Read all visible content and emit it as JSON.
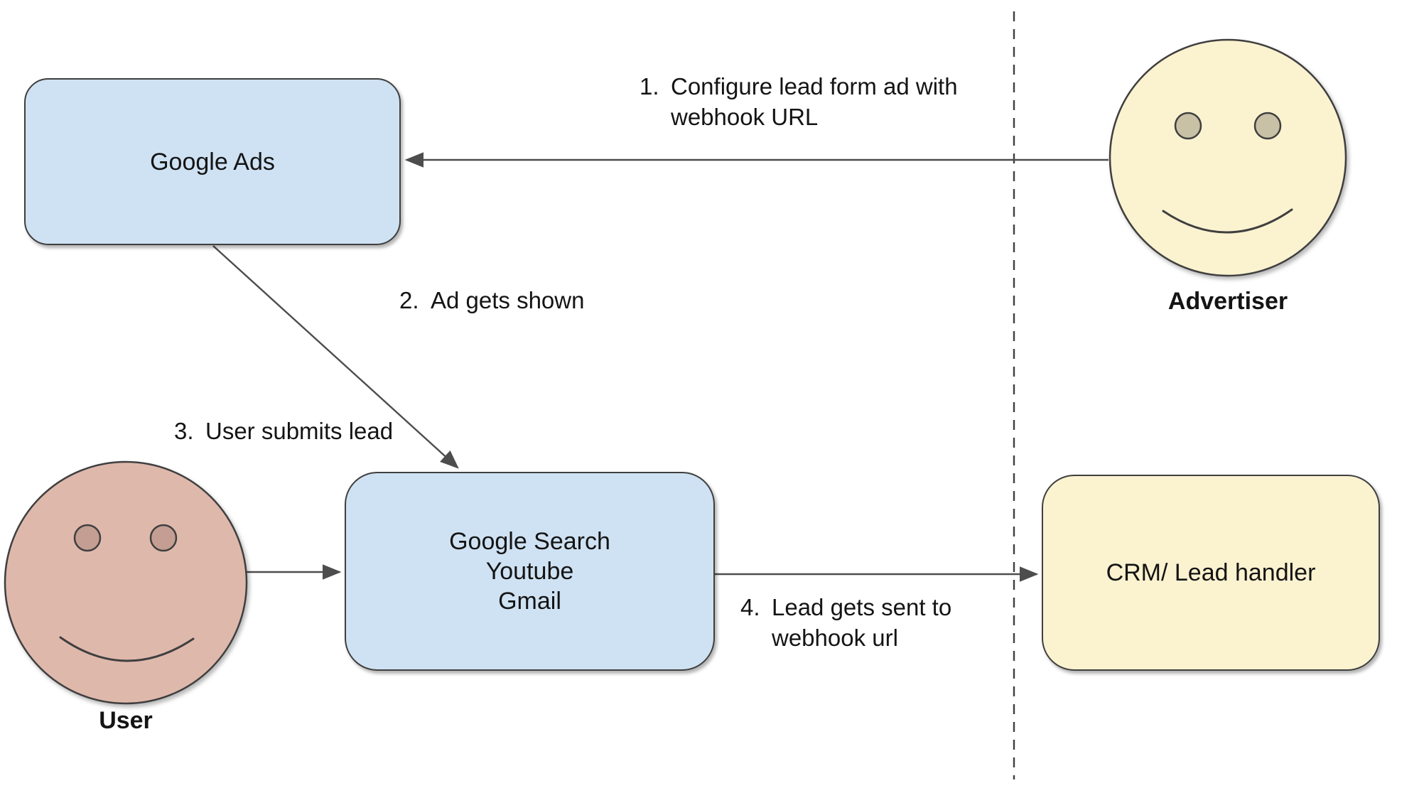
{
  "diagram": {
    "nodes": {
      "google_ads": {
        "label": "Google Ads"
      },
      "google_surfaces": {
        "lines": [
          "Google Search",
          "Youtube",
          "Gmail"
        ]
      },
      "crm": {
        "label": "CRM/ Lead handler"
      }
    },
    "actors": {
      "advertiser": {
        "label": "Advertiser"
      },
      "user": {
        "label": "User"
      }
    },
    "steps": [
      {
        "number": "1.",
        "lines": [
          "Configure lead form ad with",
          "webhook URL"
        ]
      },
      {
        "number": "2.",
        "lines": [
          "Ad gets shown"
        ]
      },
      {
        "number": "3.",
        "lines": [
          "User submits lead"
        ]
      },
      {
        "number": "4.",
        "lines": [
          "Lead gets sent to",
          "webhook url"
        ]
      }
    ],
    "colors": {
      "box_blue": "#cfe2f3",
      "box_yellow": "#fbf2d0",
      "face_pink": "#dfb8ac",
      "eye_tan": "#c9c1a5",
      "eye_pink": "#c49e92",
      "stroke": "#3f3f3f",
      "arrow": "#4d4d4d",
      "text": "#141414"
    }
  }
}
